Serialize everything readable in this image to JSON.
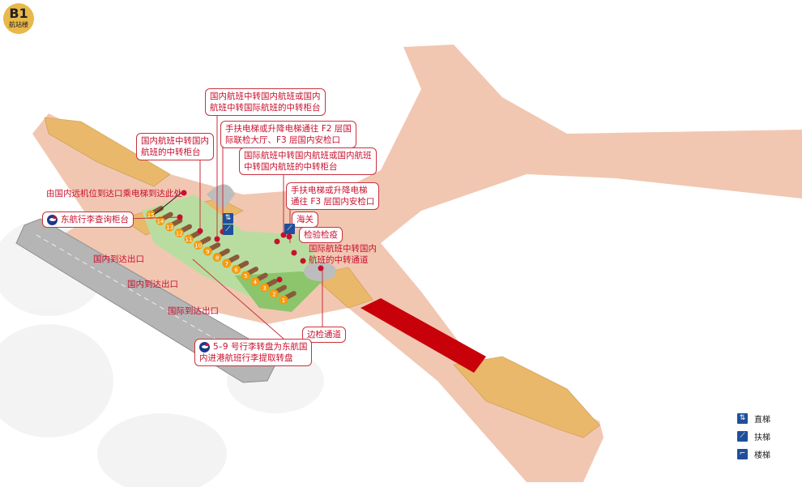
{
  "badge": {
    "floor": "B1",
    "building": "航站楼"
  },
  "callouts": {
    "transfer_dom_dom_or_intl": "国内航班中转国内航班或国内\n航班中转国际航班的中转柜台",
    "escalator_f2_f3": "手扶电梯或升降电梯通往 F2 层国\n际联检大厅、F3 层国内安检口",
    "transfer_dom_dom": "国内航班中转国内\n航班的中转柜台",
    "transfer_intl_dom": "国际航班中转国内航班或国内航班\n中转国内航班的中转柜台",
    "escalator_f3": "手扶电梯或升降电梯\n通往 F3 层国内安检口",
    "customs": "海关",
    "quarantine": "检验检疫",
    "intl_dom_passage": "国际航班中转国内\n航班的中转通道",
    "border_control": "边检通道",
    "carousels_note": "5–9 号行李转盘为东航国\n内进港航班行李提取转盘",
    "remote_stand": "由国内远机位到达口乘电梯到达此处",
    "baggage_inquiry": "东航行李查询柜台"
  },
  "exits": [
    "国内到达出口",
    "国内到达出口",
    "国际到达出口"
  ],
  "carousels": [
    "1",
    "2",
    "3",
    "4",
    "5",
    "6",
    "7",
    "8",
    "9",
    "10",
    "11",
    "12",
    "13",
    "14",
    "15"
  ],
  "legend": [
    {
      "icon": "elevator-icon",
      "label": "直梯"
    },
    {
      "icon": "escalator-icon",
      "label": "扶梯"
    },
    {
      "icon": "stairs-icon",
      "label": "楼梯"
    }
  ],
  "colors": {
    "floor": "#f1c7b2",
    "shop": "#e9b86a",
    "baggage": "#b9dda0",
    "green": "#8cc56b",
    "red": "#c8000a",
    "road": "#b5b5b5",
    "accent": "#c8102e"
  }
}
